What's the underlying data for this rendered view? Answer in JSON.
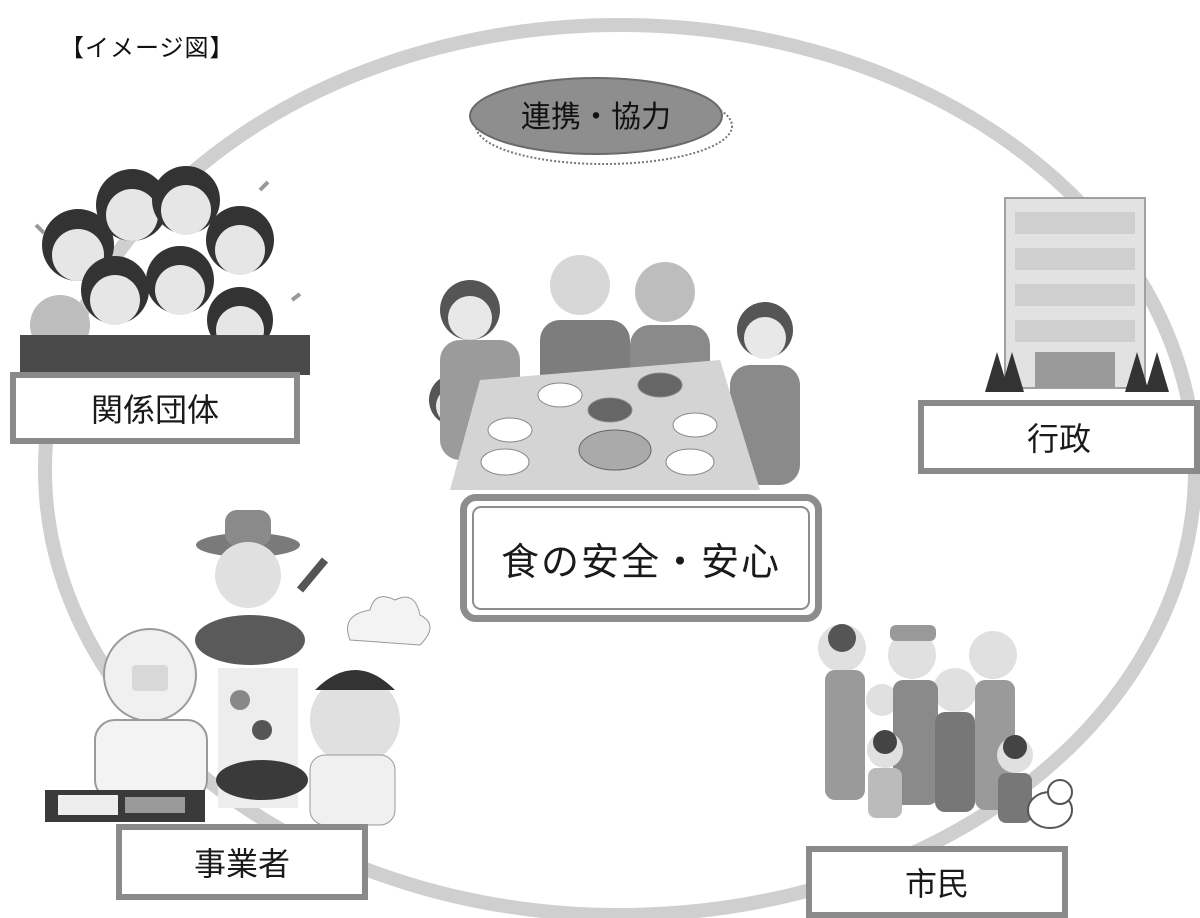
{
  "title": "【イメージ図】",
  "cooperation_label": "連携・協力",
  "center_label": "食の安全・安心",
  "groups": {
    "related_organizations": "関係団体",
    "government": "行政",
    "businesses": "事業者",
    "citizens": "市民"
  },
  "colors": {
    "ring": "#cfcfcf",
    "box_border": "#8a8a8a",
    "oval_fill": "#8e8e8e"
  }
}
